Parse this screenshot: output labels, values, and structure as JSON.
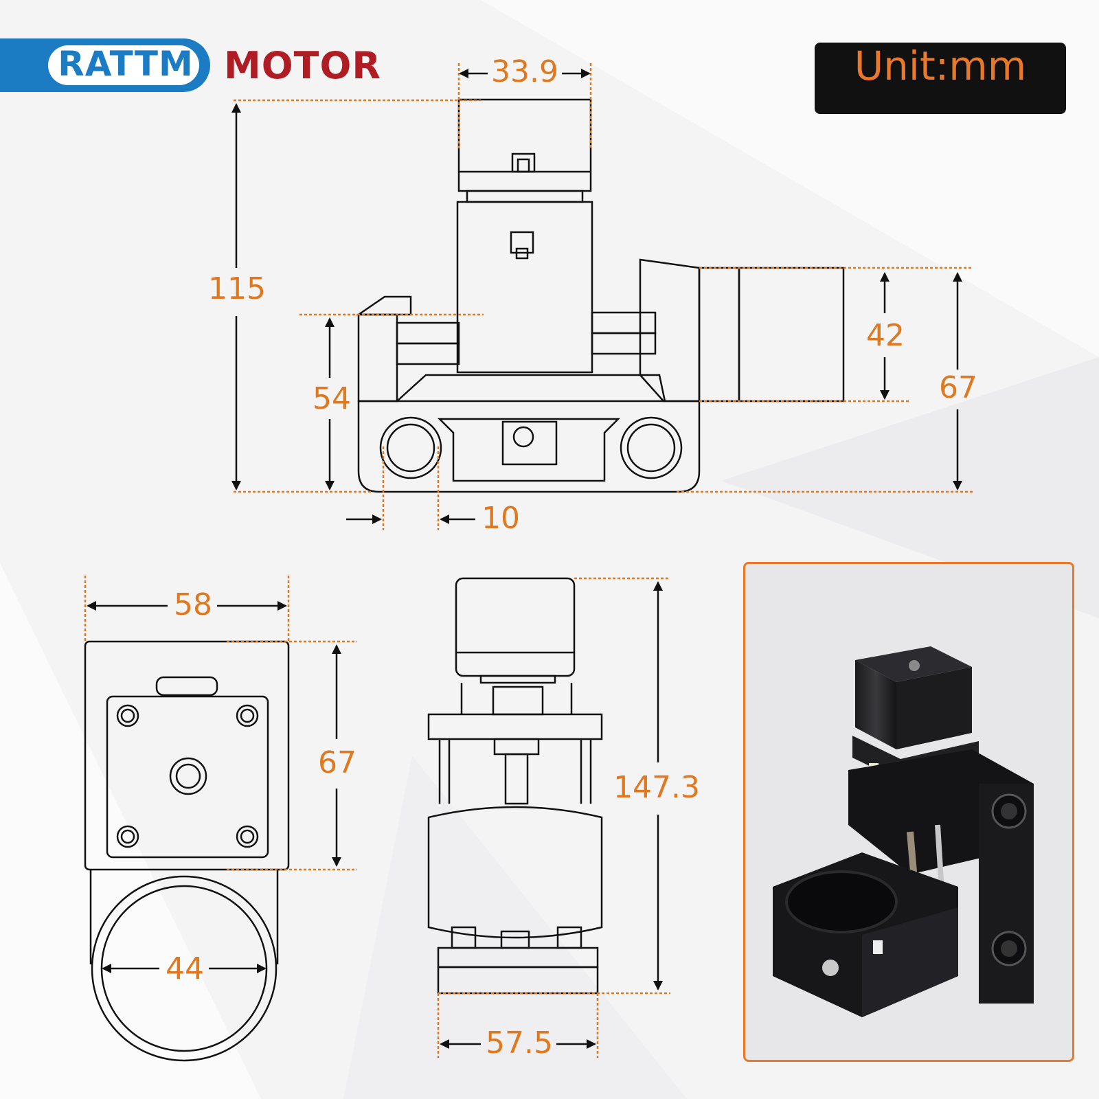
{
  "brand": {
    "left_text": "RATTM",
    "right_text": "MOTOR"
  },
  "unit_label": "Unit:mm",
  "dimensions": {
    "top_view_motor_width": "33.9",
    "total_height": "115",
    "clamp_height": "54",
    "rail_spacing": "10",
    "motor_height_side": "42",
    "body_height": "67",
    "front_width": "58",
    "front_height": "67",
    "spindle_diameter": "44",
    "side_total_height": "147.3",
    "side_base_width": "57.5"
  },
  "colors": {
    "accent": "#e0781f",
    "brand_blue": "#1b7cc3",
    "brand_red": "#b01c23",
    "line": "#111111",
    "background": "#f4f4f5"
  },
  "icons": [
    "stepper-motor-photo"
  ]
}
